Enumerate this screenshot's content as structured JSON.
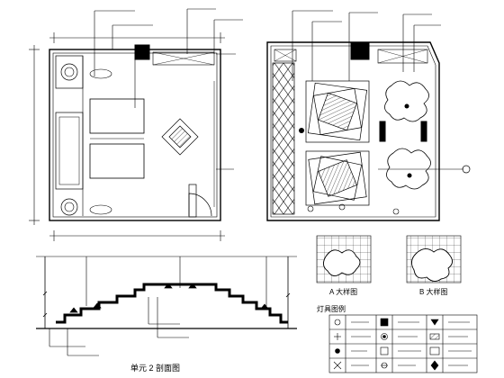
{
  "sheet": {
    "section_title": "单元 2 剖面图",
    "legend_title": "灯具图例",
    "detail_a_label": "A 大样图",
    "detail_b_label": "B 大样图"
  }
}
